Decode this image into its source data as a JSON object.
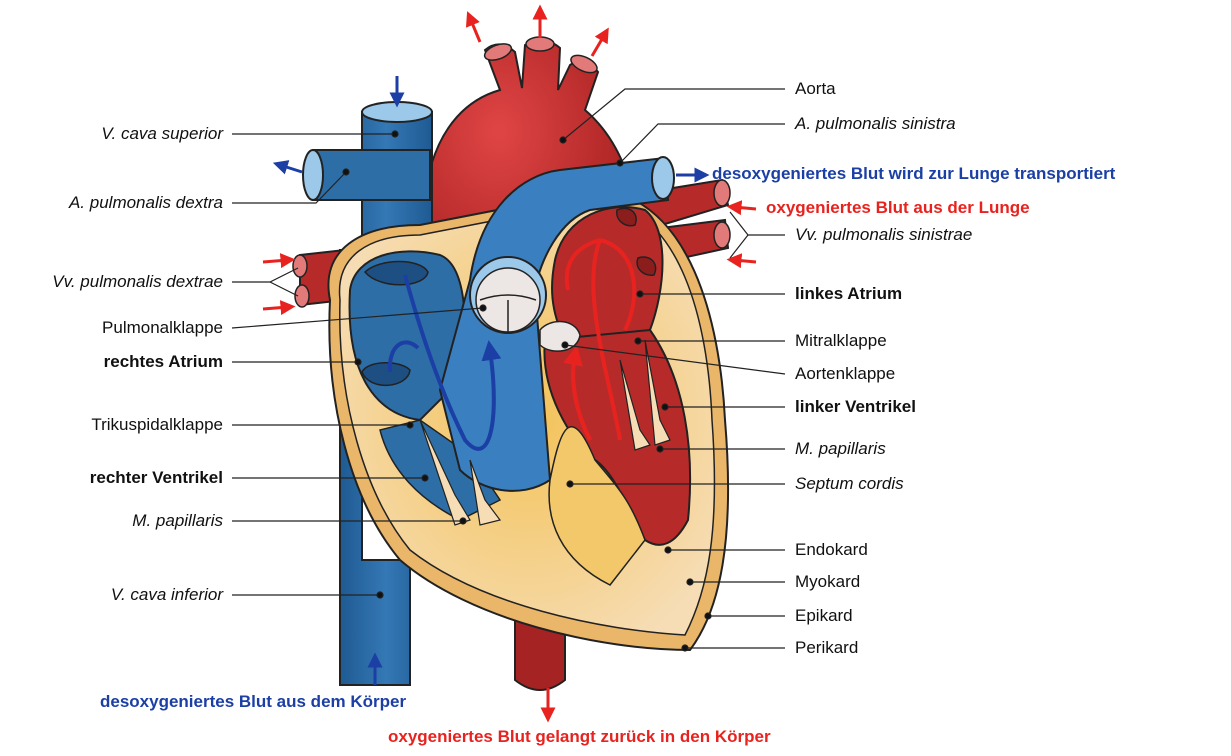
{
  "diagram": {
    "labels_left": [
      {
        "id": "v-cava-superior",
        "text": "V. cava superior",
        "style": "italic"
      },
      {
        "id": "a-pulmonalis-dextra",
        "text": "A. pulmonalis dextra",
        "style": "italic"
      },
      {
        "id": "vv-pulmonalis-dextrae",
        "text": "Vv. pulmonalis dextrae",
        "style": "italic"
      },
      {
        "id": "pulmonalklappe",
        "text": "Pulmonalklappe",
        "style": "normal"
      },
      {
        "id": "rechtes-atrium",
        "text": "rechtes Atrium",
        "style": "bold"
      },
      {
        "id": "trikuspidalklappe",
        "text": "Trikuspidalklappe",
        "style": "normal"
      },
      {
        "id": "rechter-ventrikel",
        "text": "rechter Ventrikel",
        "style": "bold"
      },
      {
        "id": "m-papillaris-left",
        "text": "M. papillaris",
        "style": "italic"
      },
      {
        "id": "v-cava-inferior",
        "text": "V. cava inferior",
        "style": "italic"
      }
    ],
    "labels_right": [
      {
        "id": "aorta",
        "text": "Aorta",
        "style": "normal"
      },
      {
        "id": "a-pulmonalis-sinistra",
        "text": "A. pulmonalis sinistra",
        "style": "italic"
      },
      {
        "id": "vv-pulmonalis-sinistrae",
        "text": "Vv. pulmonalis sinistrae",
        "style": "italic"
      },
      {
        "id": "linkes-atrium",
        "text": "linkes Atrium",
        "style": "bold"
      },
      {
        "id": "mitralklappe",
        "text": "Mitralklappe",
        "style": "normal"
      },
      {
        "id": "aortenklappe",
        "text": "Aortenklappe",
        "style": "normal"
      },
      {
        "id": "linker-ventrikel",
        "text": "linker Ventrikel",
        "style": "bold"
      },
      {
        "id": "m-papillaris-right",
        "text": "M. papillaris",
        "style": "italic"
      },
      {
        "id": "septum-cordis",
        "text": "Septum cordis",
        "style": "italic"
      },
      {
        "id": "endokard",
        "text": "Endokard",
        "style": "normal"
      },
      {
        "id": "myokard",
        "text": "Myokard",
        "style": "normal"
      },
      {
        "id": "epikard",
        "text": "Epikard",
        "style": "normal"
      },
      {
        "id": "perikard",
        "text": "Perikard",
        "style": "normal"
      }
    ],
    "flow_captions": {
      "deoxy_to_lung": "desoxygeniertes Blut wird zur Lunge transportiert",
      "oxy_from_lung": "oxygeniertes Blut aus der Lunge",
      "deoxy_from_body": "desoxygeniertes Blut aus dem Körper",
      "oxy_to_body": "oxygeniertes Blut gelangt zurück in den Körper"
    },
    "colors": {
      "deoxygenated": "#2e6ea6",
      "oxygenated": "#b72a2a",
      "caption_blue": "#1b3fa5",
      "caption_red": "#e8231f",
      "myocardium": "#f2d3a8",
      "epicardium": "#e9b66a"
    }
  }
}
